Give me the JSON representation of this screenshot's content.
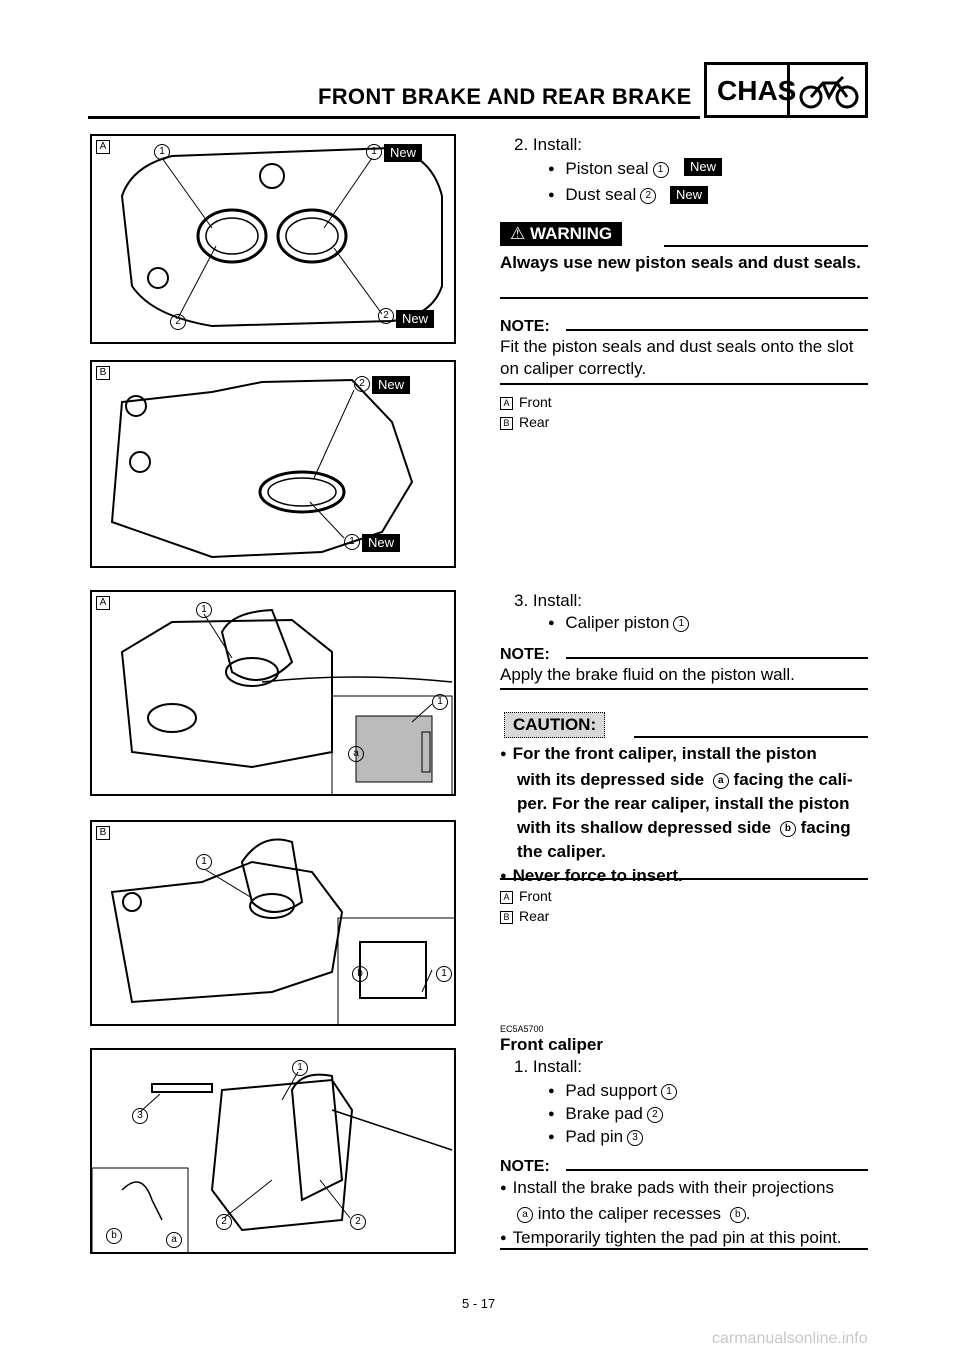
{
  "header": {
    "title": "FRONT BRAKE AND REAR BRAKE",
    "section": "CHAS"
  },
  "figures": {
    "tag_a": "A",
    "tag_b": "B",
    "num1": "1",
    "num2": "2",
    "num3": "3",
    "letter_a": "a",
    "letter_b": "b",
    "new": "New"
  },
  "step2": {
    "heading": "2. Install:",
    "item1": "Piston seal",
    "item1_num": "1",
    "item2": "Dust seal",
    "item2_num": "2",
    "new": "New",
    "warning_label": "WARNING",
    "warning_text": "Always use new piston seals and dust seals.",
    "note_label": "NOTE:",
    "note_text": "Fit the piston seals and dust seals onto the slot on caliper correctly.",
    "front_tag": "A",
    "front": "Front",
    "rear_tag": "B",
    "rear": "Rear"
  },
  "step3": {
    "heading": "3. Install:",
    "item1": "Caliper piston",
    "item1_num": "1",
    "note_label": "NOTE:",
    "note_text": "Apply the brake fluid on the piston wall.",
    "caution_label": "CAUTION:",
    "caution_1a": "For the front caliper, install the piston",
    "caution_1b_pre": "with its depressed side",
    "caution_1b_letter": "a",
    "caution_1b_post": "facing the cali-",
    "caution_1c": "per. For the rear caliper, install the piston",
    "caution_1d_pre": "with its shallow depressed side",
    "caution_1d_letter": "b",
    "caution_1d_post": "facing",
    "caution_1e": "the caliper.",
    "caution_2": "Never force to insert.",
    "front_tag": "A",
    "front": "Front",
    "rear_tag": "B",
    "rear": "Rear"
  },
  "front_caliper": {
    "code": "EC5A5700",
    "title": "Front caliper",
    "heading": "1. Install:",
    "item1": "Pad support",
    "item1_num": "1",
    "item2": "Brake pad",
    "item2_num": "2",
    "item3": "Pad pin",
    "item3_num": "3",
    "note_label": "NOTE:",
    "note_1a": "Install the brake pads with their projections",
    "note_1b_letter_a": "a",
    "note_1b_mid": "into the caliper recesses",
    "note_1b_letter_b": "b",
    "note_1b_end": ".",
    "note_2": "Temporarily tighten the pad pin at this point."
  },
  "footer": {
    "page": "5 - 17",
    "watermark": "carmanualsonline.info"
  }
}
